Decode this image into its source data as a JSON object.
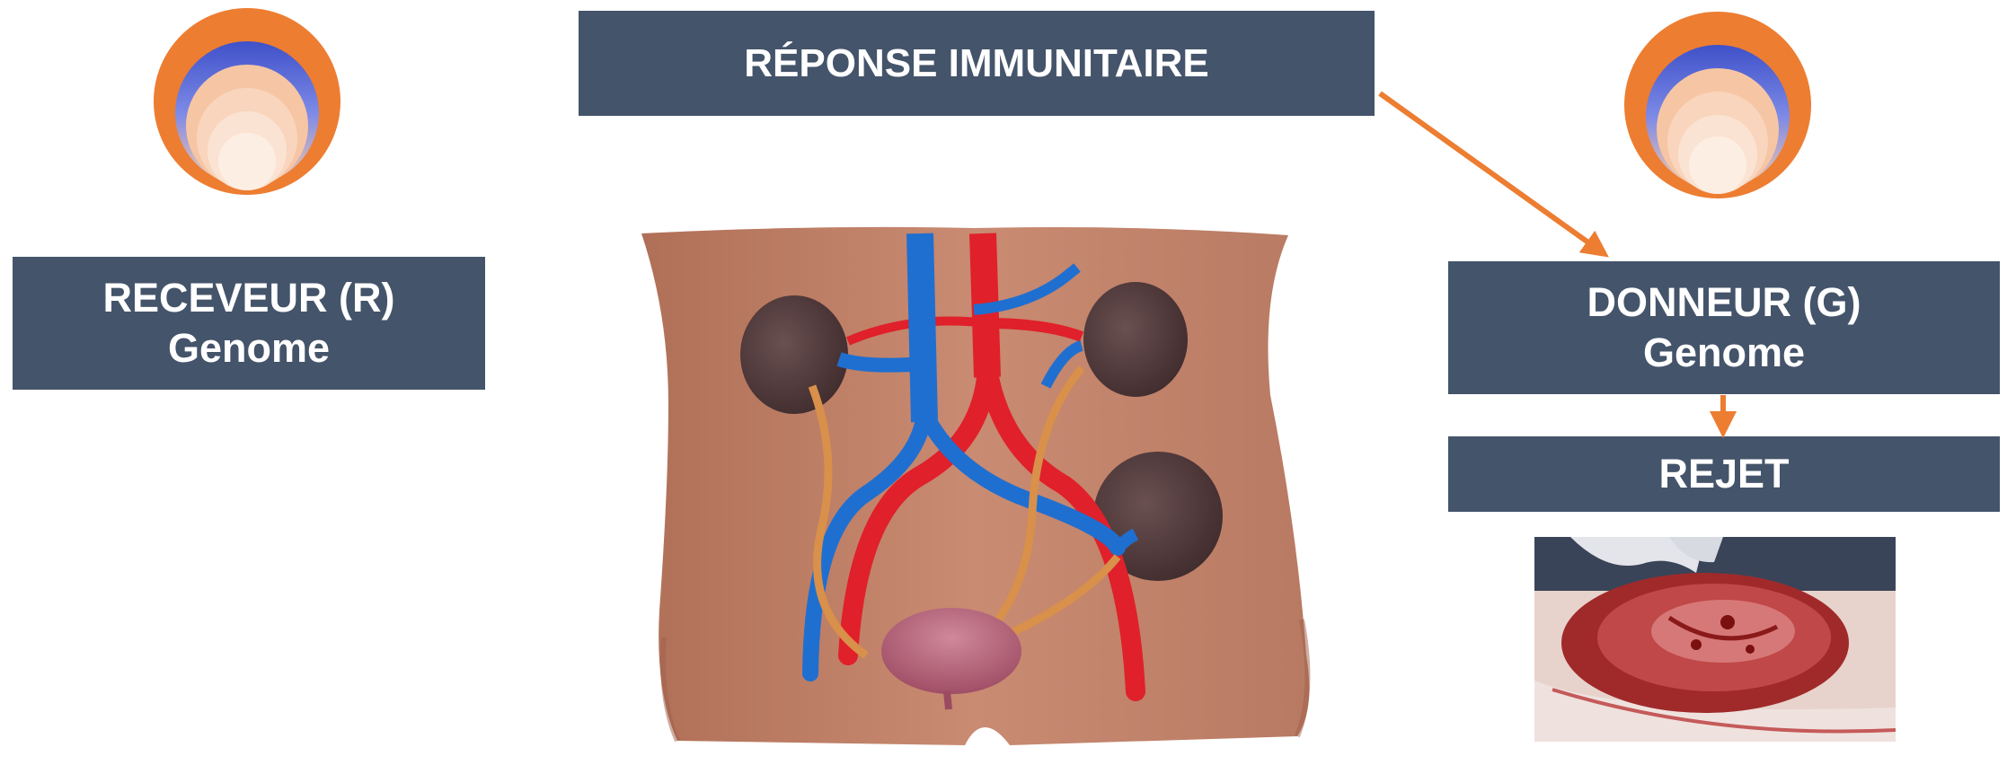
{
  "immune_response": {
    "label": "RÉPONSE IMMUNITAIRE"
  },
  "receiver": {
    "line1": "RECEVEUR (R)",
    "line2": "Genome"
  },
  "donor": {
    "line1": "DONNEUR (G)",
    "line2": "Genome"
  },
  "rejection": {
    "label": "REJET"
  },
  "colors": {
    "box_fill": "#44546a",
    "box_text": "#ffffff",
    "arrow": "#ed7d31",
    "genome_outer": "#ed7d31",
    "genome_band": "#5b6fd6",
    "genome_inner": "#f7c4a3"
  },
  "icons": {
    "receiver": "genome-circle-icon",
    "donor": "genome-circle-icon"
  }
}
